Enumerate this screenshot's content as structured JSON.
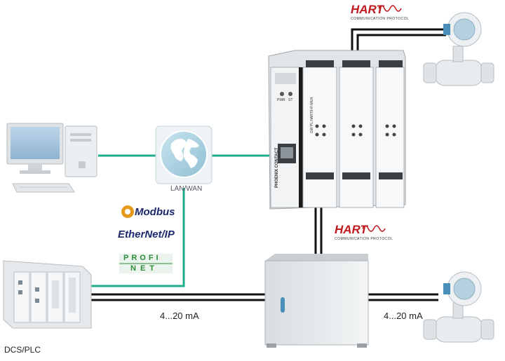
{
  "network": {
    "label": "LAN/WAN"
  },
  "protocols": {
    "modbus": "Modbus",
    "ethernet_ip": "EtherNet/IP",
    "profinet_top": "PROFI",
    "profinet_bottom": "NET"
  },
  "hart": {
    "brand": "HART",
    "tagline": "COMMUNICATION PROTOCOL"
  },
  "gateway": {
    "pwr": "PWR",
    "st": "ST",
    "logo": "PHOENIX CONTACT",
    "module_text": "GW PL HART8-R-MUX"
  },
  "signals": {
    "left": "4...20 mA",
    "right": "4...20 mA"
  },
  "controller": {
    "label": "DCS/PLC"
  },
  "colors": {
    "network_line": "#1fae8c",
    "signal_line": "#111111",
    "hart_red": "#c0191e",
    "profinet_green": "#2e8b3a",
    "modbus_orange": "#e69a1b",
    "ethernetip_navy": "#1b2a6b"
  }
}
